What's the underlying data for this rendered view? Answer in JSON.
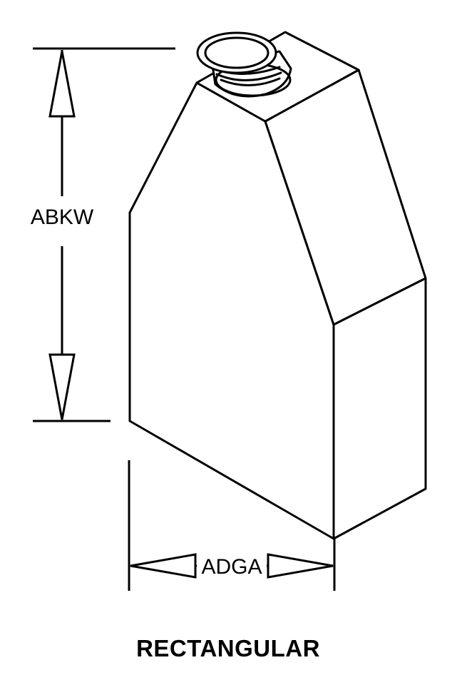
{
  "dimensions": {
    "height_label": "ABKW",
    "width_label": "ADGA"
  },
  "caption": "RECTANGULAR",
  "colors": {
    "line": "#000000",
    "background": "#ffffff"
  }
}
